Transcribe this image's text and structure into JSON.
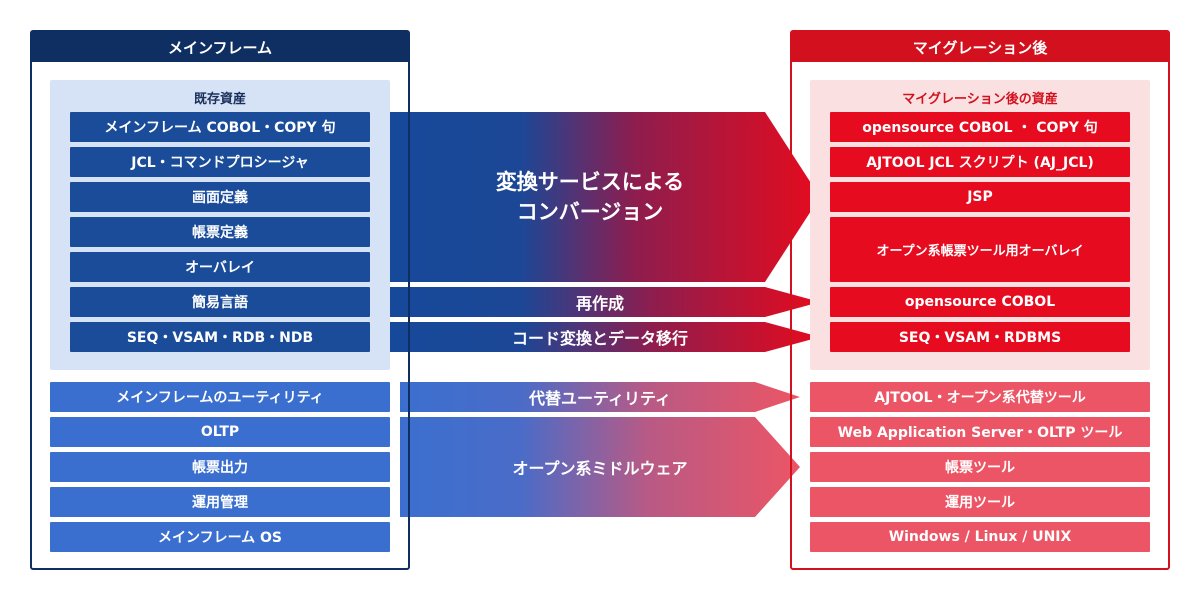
{
  "left_panel": {
    "title": "メインフレーム",
    "assets_title": "既存資産",
    "assets": [
      "メインフレーム COBOL・COPY 句",
      "JCL・コマンドプロシージャ",
      "画面定義",
      "帳票定義",
      "オーバレイ",
      "簡易言語",
      "SEQ・VSAM・RDB・NDB"
    ],
    "others": [
      "メインフレームのユーティリティ",
      "OLTP",
      "帳票出力",
      "運用管理",
      "メインフレーム OS"
    ]
  },
  "right_panel": {
    "title": "マイグレーション後",
    "assets_title": "マイグレーション後の資産",
    "assets": [
      "opensource COBOL ・ COPY 句",
      "AJTOOL JCL スクリプト (AJ_JCL)",
      "JSP",
      "オープン系帳票ツール用オーバレイ",
      "opensource COBOL",
      "SEQ・VSAM・RDBMS"
    ],
    "others": [
      "AJTOOL・オープン系代替ツール",
      "Web Application Server・OLTP ツール",
      "帳票ツール",
      "運用ツール",
      "Windows / Linux / UNIX"
    ]
  },
  "arrows": {
    "conversion_line1": "変換サービスによる",
    "conversion_line2": "コンバージョン",
    "rebuild": "再作成",
    "code_data": "コード変換とデータ移行",
    "utility": "代替ユーティリティ",
    "middleware": "オープン系ミドルウェア"
  },
  "colors": {
    "navy": "#1a4c9a",
    "navy_border": "#0f2f63",
    "blue": "#3b6fcf",
    "red": "#e60b1e",
    "red_border": "#d3101d",
    "pink": "#ec5565",
    "left_sub_bg": "#d6e3f6",
    "right_sub_bg": "#fbe0e2"
  }
}
